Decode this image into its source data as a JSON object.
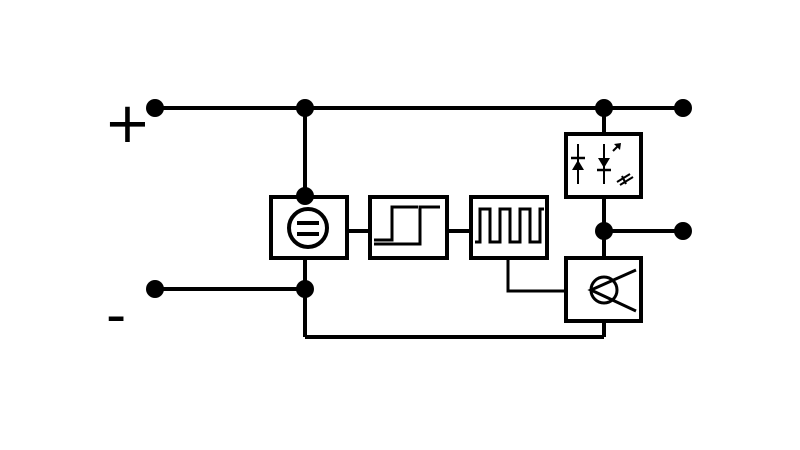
{
  "labels": {
    "plus_terminal": "+",
    "minus_terminal": "-"
  },
  "blocks": [
    {
      "id": "rectifier",
      "icon": "equals-in-circle-icon"
    },
    {
      "id": "step-generator",
      "icon": "step-waveform-icon"
    },
    {
      "id": "pulse-generator",
      "icon": "square-wave-icon"
    },
    {
      "id": "optocoupler",
      "icon": "diode-photo-icon"
    },
    {
      "id": "switch",
      "icon": "switch-wedge-icon"
    }
  ],
  "colors": {
    "line": "#000000",
    "background": "#ffffff"
  }
}
